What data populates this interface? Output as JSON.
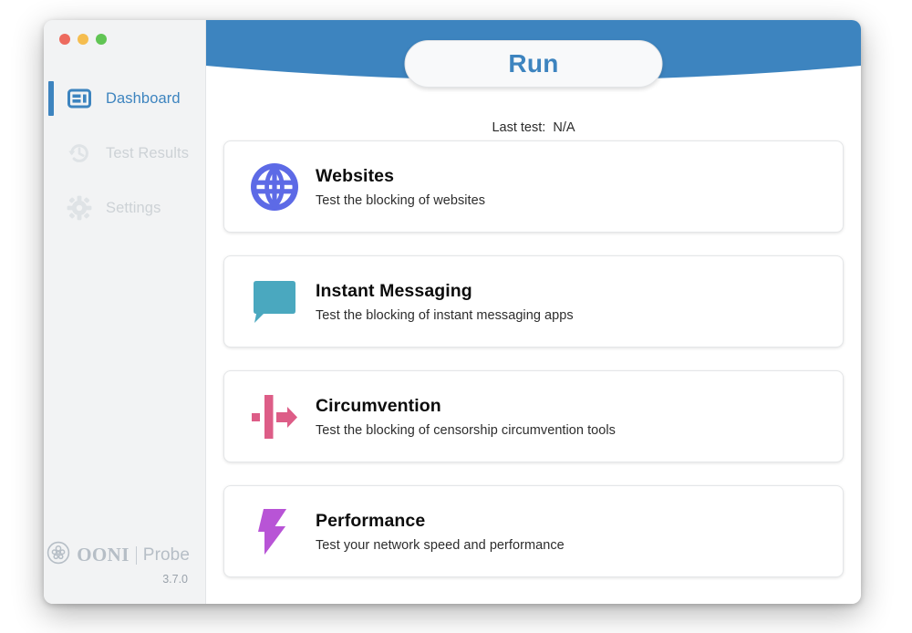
{
  "window": {
    "traffic_lights": [
      {
        "name": "close",
        "color": "#ed6a5e"
      },
      {
        "name": "minimize",
        "color": "#f5bd4f"
      },
      {
        "name": "maximize",
        "color": "#61c554"
      }
    ]
  },
  "sidebar": {
    "items": [
      {
        "label": "Dashboard",
        "icon": "dashboard-icon",
        "active": true,
        "color": "#3d84bf"
      },
      {
        "label": "Test Results",
        "icon": "history-clock-icon",
        "active": false,
        "color": "#cdd2d6"
      },
      {
        "label": "Settings",
        "icon": "gear-icon",
        "active": false,
        "color": "#cdd2d6"
      }
    ],
    "brand": {
      "name": "OONI",
      "divider": "|",
      "product": "Probe",
      "version": "3.7.0"
    }
  },
  "header": {
    "background_color": "#3d84bf",
    "run_label": "Run",
    "run_text_color": "#3d84bf",
    "last_test_label": "Last test:",
    "last_test_value": "N/A"
  },
  "cards": [
    {
      "title": "Websites",
      "description": "Test the blocking of websites",
      "icon": "globe-icon",
      "color": "#5d6ae6"
    },
    {
      "title": "Instant Messaging",
      "description": "Test the blocking of instant messaging apps",
      "icon": "speech-bubble-icon",
      "color": "#4aa8bf"
    },
    {
      "title": "Circumvention",
      "description": "Test the blocking of censorship circumvention tools",
      "icon": "circumvention-arrow-icon",
      "color": "#dd5d87"
    },
    {
      "title": "Performance",
      "description": "Test your network speed and performance",
      "icon": "lightning-bolt-icon",
      "color": "#b košice"
    }
  ]
}
